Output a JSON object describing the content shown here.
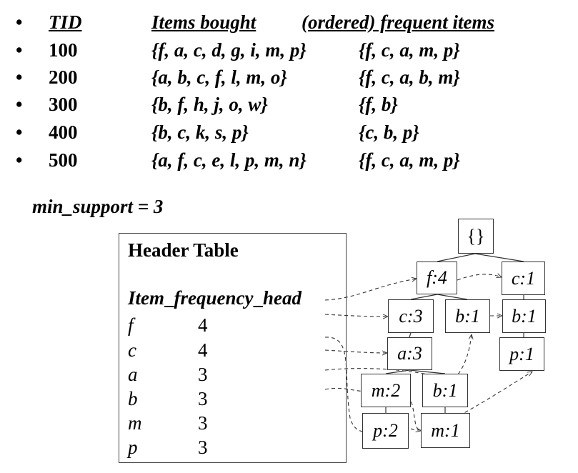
{
  "table": {
    "bullet": "•",
    "header": {
      "tid": "TID",
      "items": "Items bought",
      "frequent": "(ordered) frequent items"
    },
    "rows": [
      {
        "tid": "100",
        "items": "{f, a, c, d, g, i, m, p}",
        "frequent": "{f, c, a, m, p}"
      },
      {
        "tid": "200",
        "items": "{a, b, c, f, l, m, o}",
        "frequent": "{f, c, a, b, m}"
      },
      {
        "tid": "300",
        "items": "{b, f, h, j, o, w}",
        "frequent": "{f, b}"
      },
      {
        "tid": "400",
        "items": "{b, c, k, s, p}",
        "frequent": "{c, b, p}"
      },
      {
        "tid": "500",
        "items": "{a, f, c, e, l, p, m, n}",
        "frequent": "{f, c, a, m, p}"
      }
    ]
  },
  "min_support": "min_support = 3",
  "header_table": {
    "title": "Header Table",
    "columns": {
      "item": "Item",
      "frequency": "frequency",
      "head": "head"
    },
    "rows": [
      {
        "item": "f",
        "frequency": "4"
      },
      {
        "item": "c",
        "frequency": "4"
      },
      {
        "item": "a",
        "frequency": "3"
      },
      {
        "item": "b",
        "frequency": "3"
      },
      {
        "item": "m",
        "frequency": "3"
      },
      {
        "item": "p",
        "frequency": "3"
      }
    ]
  },
  "tree": {
    "root": "{}",
    "nodes": {
      "f4": "f:4",
      "c1": "c:1",
      "c3": "c:3",
      "b1a": "b:1",
      "b1b": "b:1",
      "a3": "a:3",
      "p1a": "p:1",
      "m2": "m:2",
      "b1c": "b:1",
      "p2": "p:2",
      "m1": "m:1"
    }
  }
}
